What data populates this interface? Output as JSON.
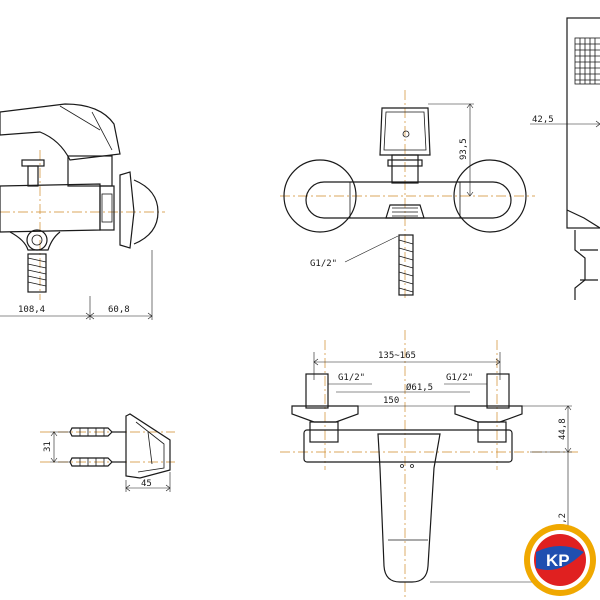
{
  "dimensions": {
    "side_left": "108,4",
    "side_right": "60,8",
    "front_height": "93,5",
    "thread_front": "G1/2\"",
    "hand_shower": "42,5",
    "bracket_height": "31",
    "bracket_width": "45",
    "top_range": "135~165",
    "thread_left": "G1/2\"",
    "thread_right": "G1/2\"",
    "flange_diameter": "Ø61,5",
    "span": "150",
    "depth_upper": "44,8",
    "depth_lower": "122,2"
  },
  "logo": {
    "text": "KP"
  },
  "colors": {
    "line": "#1a1a1a",
    "centerline": "#d08a2a",
    "logo_outer": "#f0a800",
    "logo_inner": "#e02020"
  }
}
